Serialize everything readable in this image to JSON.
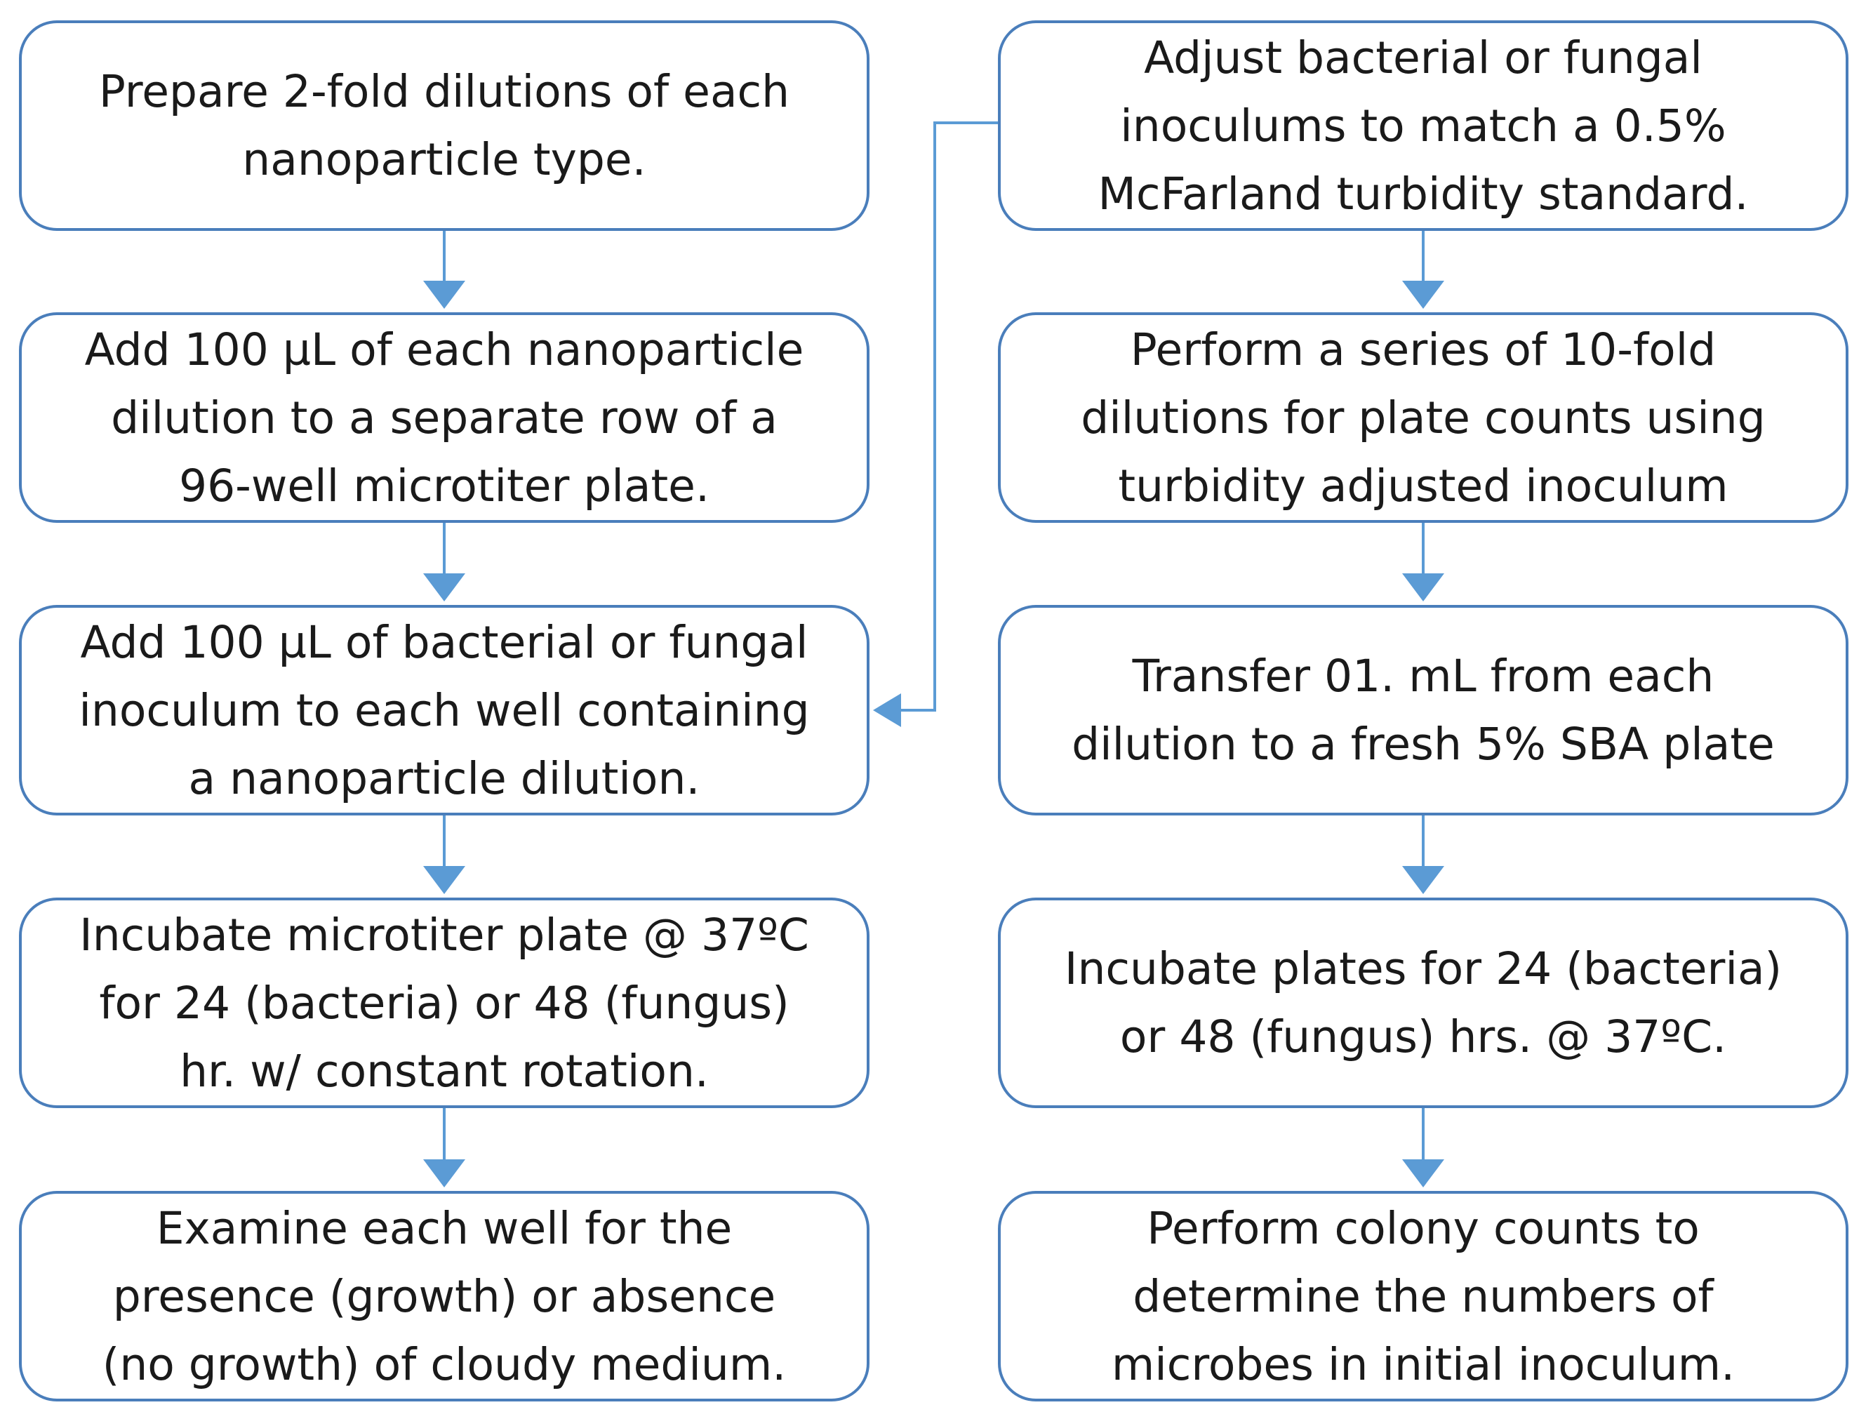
{
  "diagram": {
    "left_column": [
      {
        "id": "L1",
        "text": "Prepare 2-fold dilutions of each\nnanoparticle type."
      },
      {
        "id": "L2",
        "text": "Add 100 µL of each nanoparticle\ndilution to a separate row of a\n96-well microtiter plate."
      },
      {
        "id": "L3",
        "text": "Add 100 µL of bacterial or fungal\ninoculum to each well containing\na nanoparticle dilution."
      },
      {
        "id": "L4",
        "text": "Incubate microtiter plate @ 37ºC\nfor 24 (bacteria) or 48 (fungus)\nhr. w/ constant rotation."
      },
      {
        "id": "L5",
        "text": "Examine each well for the\npresence (growth) or absence\n(no growth) of cloudy medium."
      }
    ],
    "right_column": [
      {
        "id": "R1",
        "text": "Adjust bacterial or fungal\ninoculums to match a 0.5%\nMcFarland turbidity standard."
      },
      {
        "id": "R2",
        "text": "Perform a series of 10-fold\ndilutions for plate counts using\nturbidity adjusted inoculum"
      },
      {
        "id": "R3",
        "text": "Transfer 01. mL from each\ndilution to a fresh 5% SBA plate"
      },
      {
        "id": "R4",
        "text": "Incubate plates for 24 (bacteria)\nor 48 (fungus) hrs. @ 37ºC."
      },
      {
        "id": "R5",
        "text": "Perform colony counts to\ndetermine the numbers of\nmicrobes in initial inoculum."
      }
    ],
    "connections": [
      {
        "from": "L1",
        "to": "L2"
      },
      {
        "from": "L2",
        "to": "L3"
      },
      {
        "from": "L3",
        "to": "L4"
      },
      {
        "from": "L4",
        "to": "L5"
      },
      {
        "from": "R1",
        "to": "R2"
      },
      {
        "from": "R2",
        "to": "R3"
      },
      {
        "from": "R3",
        "to": "R4"
      },
      {
        "from": "R4",
        "to": "R5"
      },
      {
        "from": "R1",
        "to": "L3"
      }
    ],
    "colors": {
      "border": "#4a7ebb",
      "arrow": "#5b9bd5",
      "text": "#1a1a1a",
      "background": "#ffffff"
    }
  }
}
